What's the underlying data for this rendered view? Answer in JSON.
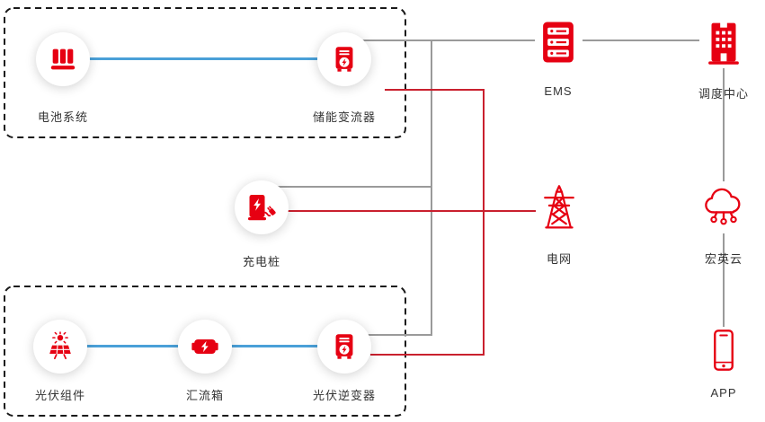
{
  "diagram": {
    "colors": {
      "accent_red": "#e60012",
      "line_blue": "#4aa0d8",
      "line_gray": "#9a9a9a",
      "line_red": "#c9202e",
      "label_text": "#333333",
      "box_border": "#1a1a1a"
    },
    "nodes": {
      "battery": {
        "label": "电池系统",
        "icon": "battery-cabinet-icon"
      },
      "pcs": {
        "label": "储能变流器",
        "icon": "storage-converter-icon"
      },
      "charger": {
        "label": "充电桩",
        "icon": "ev-charger-icon"
      },
      "pv": {
        "label": "光伏组件",
        "icon": "solar-panel-icon"
      },
      "combiner": {
        "label": "汇流箱",
        "icon": "combiner-box-icon"
      },
      "inverter": {
        "label": "光伏逆变器",
        "icon": "pv-inverter-icon"
      },
      "ems": {
        "label": "EMS",
        "icon": "server-icon"
      },
      "dispatch": {
        "label": "调度中心",
        "icon": "building-icon"
      },
      "grid": {
        "label": "电网",
        "icon": "transmission-tower-icon"
      },
      "cloud": {
        "label": "宏英云",
        "icon": "cloud-network-icon"
      },
      "app": {
        "label": "APP",
        "icon": "smartphone-icon"
      }
    },
    "groups": {
      "storage_system": [
        "battery",
        "pcs"
      ],
      "pv_system": [
        "pv",
        "combiner",
        "inverter"
      ]
    },
    "connections": [
      {
        "from": "battery",
        "to": "pcs",
        "color": "blue"
      },
      {
        "from": "pv",
        "to": "combiner",
        "color": "blue"
      },
      {
        "from": "combiner",
        "to": "inverter",
        "color": "blue"
      },
      {
        "from": "pcs",
        "to": "ems",
        "color": "gray"
      },
      {
        "from": "charger",
        "to": "ems",
        "color": "gray"
      },
      {
        "from": "inverter",
        "to": "ems",
        "color": "gray"
      },
      {
        "from": "ems",
        "to": "dispatch",
        "color": "gray"
      },
      {
        "from": "dispatch",
        "to": "cloud",
        "color": "gray"
      },
      {
        "from": "cloud",
        "to": "app",
        "color": "gray"
      },
      {
        "from": "pcs",
        "to": "grid",
        "color": "red"
      },
      {
        "from": "charger",
        "to": "grid",
        "color": "red"
      },
      {
        "from": "inverter",
        "to": "grid",
        "color": "red"
      }
    ]
  }
}
